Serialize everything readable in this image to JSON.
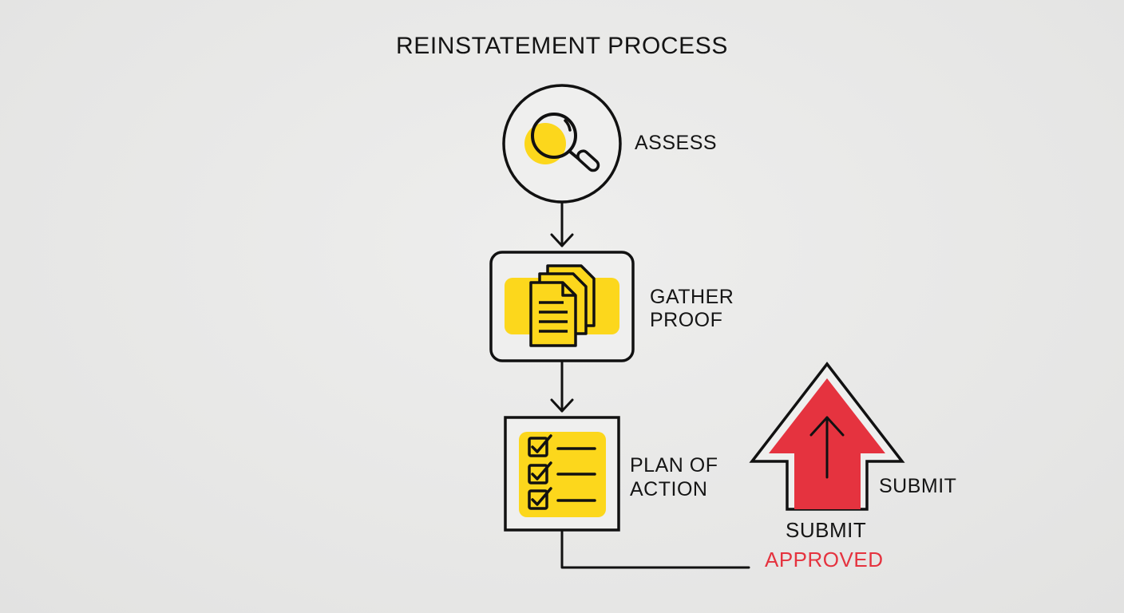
{
  "title": "REINSTATEMENT PROCESS",
  "steps": [
    {
      "label": "ASSESS",
      "icon": "magnifying-glass-icon"
    },
    {
      "label_lines": [
        "GATHER",
        "PROOF"
      ],
      "icon": "documents-icon"
    },
    {
      "label_lines": [
        "PLAN OF",
        "ACTION"
      ],
      "icon": "checklist-icon"
    }
  ],
  "submit": {
    "side_label": "SUBMIT",
    "label": "SUBMIT",
    "status": "APPROVED",
    "icon": "up-arrow-icon"
  },
  "colors": {
    "accent_yellow": "#fcd71c",
    "accent_red": "#e5333f",
    "stroke": "#111111",
    "background": "#e8e8e7",
    "approved_text": "#e5333f"
  }
}
